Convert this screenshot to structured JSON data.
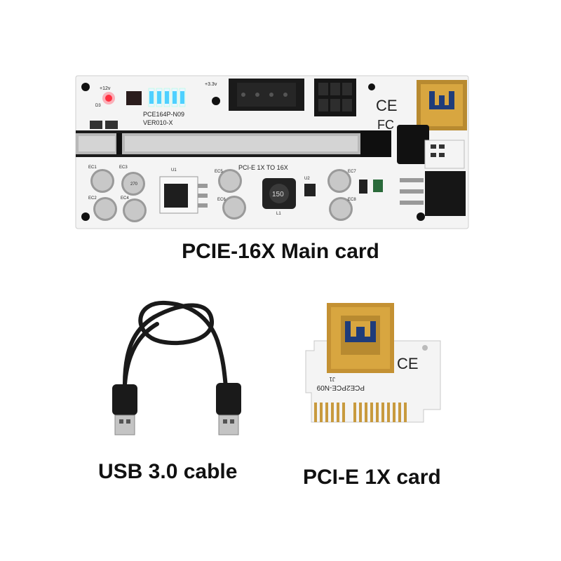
{
  "captions": {
    "main_card": "PCIE-16X Main card",
    "usb_cable": "USB 3.0 cable",
    "pcie_1x_card": "PCI-E 1X card"
  },
  "main_board_silkscreen": {
    "voltage": "+12v",
    "model": "PCE164P-N09",
    "version": "VER010-X",
    "pcie_text": "PCI-E 1X TO 16X",
    "inductor": "150",
    "v33": "+3.3v",
    "d3": "D3",
    "u1": "U1",
    "u2": "U2",
    "l1": "L1",
    "ec1": "EC1",
    "ec2": "EC2",
    "ec3": "EC3",
    "ec4": "EC4",
    "ec5": "EC5",
    "ec6": "EC6",
    "ec7": "EC7",
    "ec8": "EC8",
    "cap_code": "270"
  },
  "small_card_silkscreen": {
    "model": "PCE2PCE-N09",
    "j1": "J1"
  },
  "colors": {
    "board": "#f4f4f4",
    "usb_port": "#d8a640",
    "gold_fingers": "#c89a3e",
    "cable": "#1a1a1a",
    "slot_metal": "#b8b8b8",
    "led_red": "#ff3040",
    "led_blue": "#4fd0ff"
  }
}
